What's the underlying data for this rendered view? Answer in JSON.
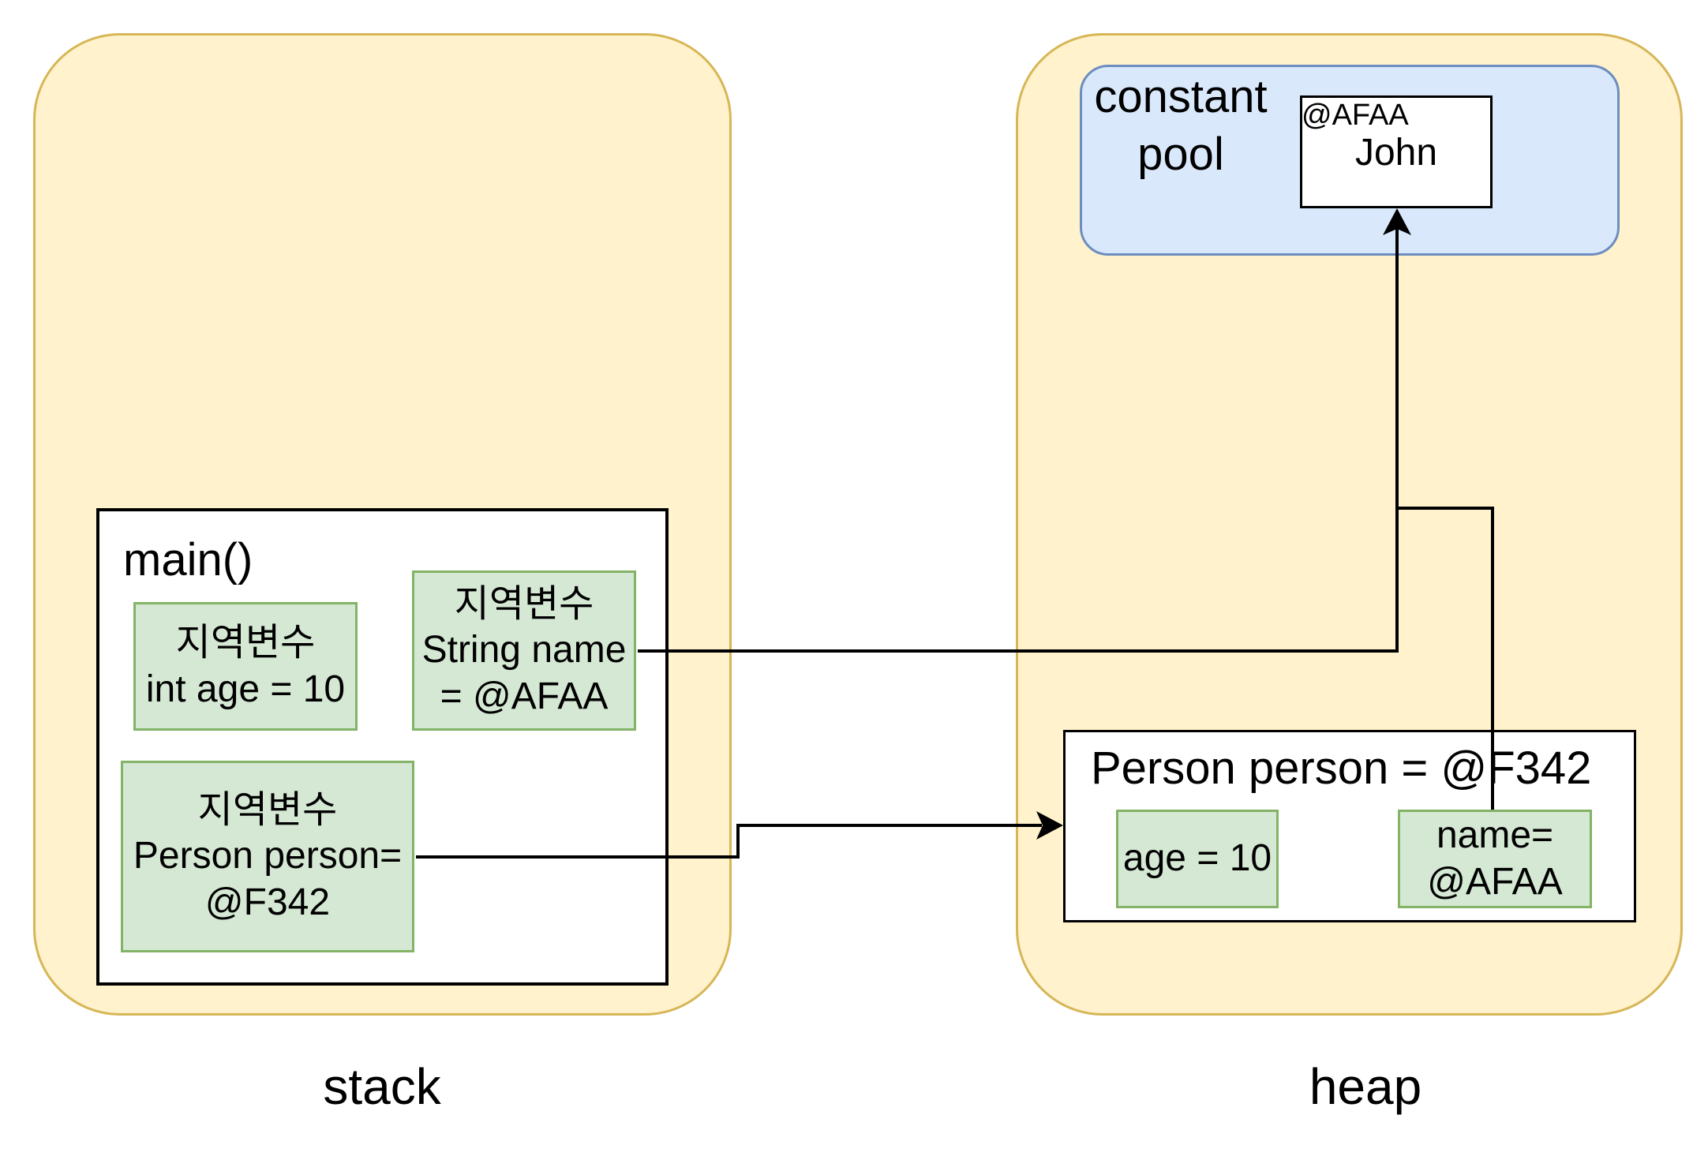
{
  "stack": {
    "label": "stack",
    "frame": {
      "title": "main()",
      "vars": [
        {
          "kind": "지역변수",
          "line1": "int age = 10",
          "line2": ""
        },
        {
          "kind": "지역변수",
          "line1": "String name",
          "line2": "= @AFAA"
        },
        {
          "kind": "지역변수",
          "line1": "Person person=",
          "line2": "@F342"
        }
      ]
    }
  },
  "heap": {
    "label": "heap",
    "constant_pool": {
      "title_line1": "constant",
      "title_line2": "pool",
      "string": {
        "address": "@AFAA",
        "value": "John"
      }
    },
    "object": {
      "title": "Person person = @F342",
      "fields": [
        {
          "line1": "age = 10",
          "line2": ""
        },
        {
          "line1": "name=",
          "line2": "@AFAA"
        }
      ]
    }
  },
  "colors": {
    "region_fill": "#fff2cc",
    "region_stroke": "#d6b656",
    "pool_fill": "#dae8fc",
    "pool_stroke": "#6c8ebf",
    "var_fill": "#d5e8d4",
    "var_stroke": "#82b366"
  }
}
